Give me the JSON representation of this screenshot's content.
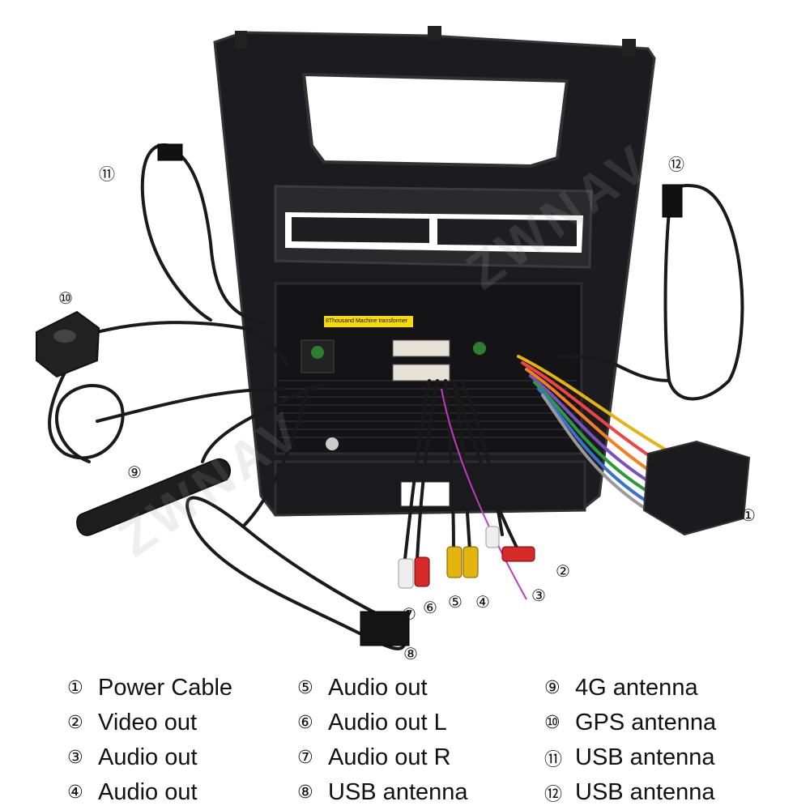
{
  "callouts": [
    "①",
    "②",
    "③",
    "④",
    "⑤",
    "⑥",
    "⑦",
    "⑧",
    "⑨",
    "⑩",
    "⑪",
    "⑫"
  ],
  "sticker_text": "8Thousand Machine transformer",
  "watermark": "ZWNAV",
  "legend": {
    "columns": [
      [
        {
          "num": "①",
          "label": "Power Cable"
        },
        {
          "num": "②",
          "label": "Video out"
        },
        {
          "num": "③",
          "label": "Audio out"
        },
        {
          "num": "④",
          "label": "Audio out"
        }
      ],
      [
        {
          "num": "⑤",
          "label": "Audio out"
        },
        {
          "num": "⑥",
          "label": "Audio out L"
        },
        {
          "num": "⑦",
          "label": "Audio out R"
        },
        {
          "num": "⑧",
          "label": "USB antenna"
        }
      ],
      [
        {
          "num": "⑨",
          "label": "4G antenna"
        },
        {
          "num": "⑩",
          "label": "GPS antenna"
        },
        {
          "num": "⑪",
          "label": "USB antenna"
        },
        {
          "num": "⑫",
          "label": "USB antenna"
        }
      ]
    ]
  },
  "colors": {
    "panel": "#1b1b1e",
    "panel_edge": "#2c2c31",
    "cable": "#1a1a1a",
    "rca_red": "#d62a2a",
    "rca_white": "#eeeeee",
    "rca_yellow": "#e4b40f",
    "label_yellow": "#f5d90a"
  }
}
